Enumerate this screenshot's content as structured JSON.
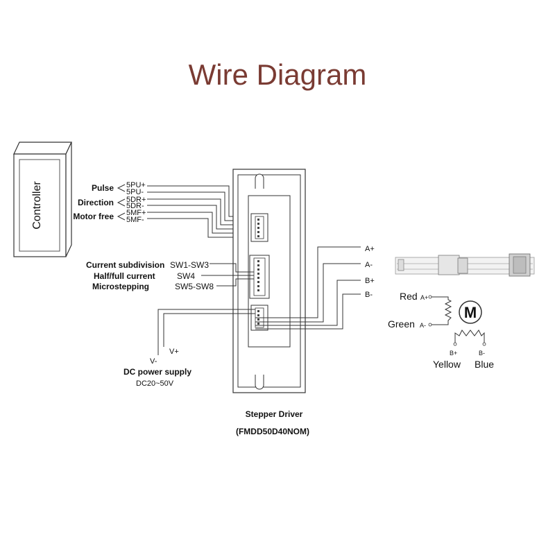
{
  "title": "Wire Diagram",
  "controller": {
    "label": "Controller"
  },
  "signal_groups": [
    {
      "label": "Pulse",
      "pins": [
        "5PU+",
        "5PU-"
      ]
    },
    {
      "label": "Direction",
      "pins": [
        "5DR+",
        "5DR-"
      ]
    },
    {
      "label": "Motor free",
      "pins": [
        "5MF+",
        "5MF-"
      ]
    }
  ],
  "switch_settings": [
    {
      "label": "Current subdivision",
      "switches": "SW1-SW3"
    },
    {
      "label": "Half/full current",
      "switches": "SW4"
    },
    {
      "label": "Microstepping",
      "switches": "SW5-SW8"
    }
  ],
  "power": {
    "neg": "V-",
    "pos": "V+",
    "label": "DC power supply",
    "range": "DC20~50V"
  },
  "driver": {
    "label": "Stepper Driver",
    "model": "(FMDD50D40NOM)"
  },
  "motor_outputs": [
    "A+",
    "A-",
    "B+",
    "B-"
  ],
  "motor": {
    "symbol": "M",
    "red": "Red",
    "red_pin": "A+",
    "green": "Green",
    "green_pin": "A-",
    "b_plus": "B+",
    "b_minus": "B-",
    "yellow": "Yellow",
    "blue": "Blue"
  }
}
